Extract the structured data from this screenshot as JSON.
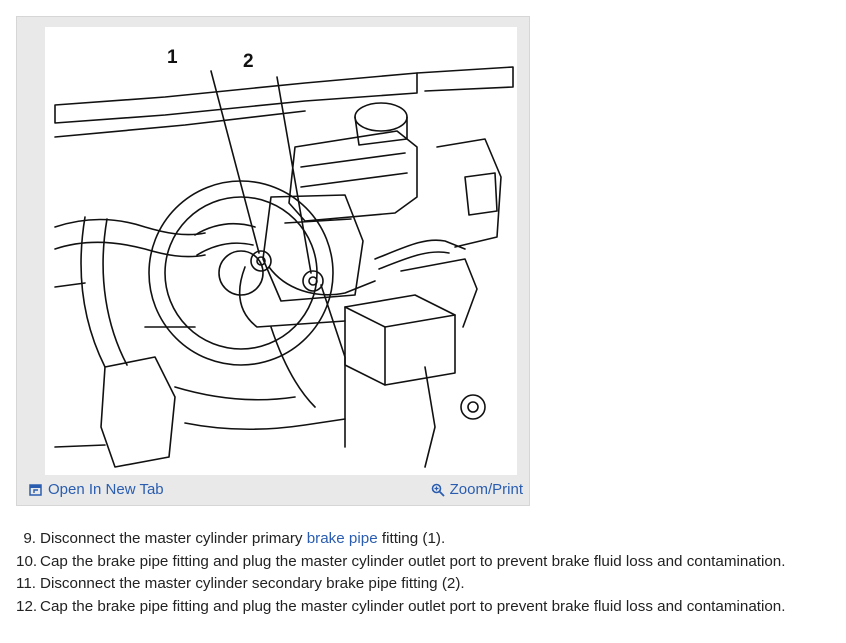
{
  "figure": {
    "callouts": [
      "1",
      "2"
    ],
    "toolbar": {
      "open_tab_label": "Open In New Tab",
      "zoom_label": "Zoom/Print",
      "open_tab_icon": "open-in-new-tab-icon",
      "zoom_icon": "magnifier-icon"
    }
  },
  "steps": [
    {
      "number": "9.",
      "before": "Disconnect the master cylinder primary ",
      "link": "brake pipe",
      "after": " fitting (1)."
    },
    {
      "number": "10.",
      "text": "Cap the brake pipe fitting and plug the master cylinder outlet port to prevent brake fluid loss and contamination."
    },
    {
      "number": "11.",
      "text": "Disconnect the master cylinder secondary brake pipe fitting (2)."
    },
    {
      "number": "12.",
      "text": "Cap the brake pipe fitting and plug the master cylinder outlet port to prevent brake fluid loss and contamination."
    }
  ],
  "colors": {
    "link": "#2a5db0",
    "card_bg": "#e9e9e9"
  }
}
